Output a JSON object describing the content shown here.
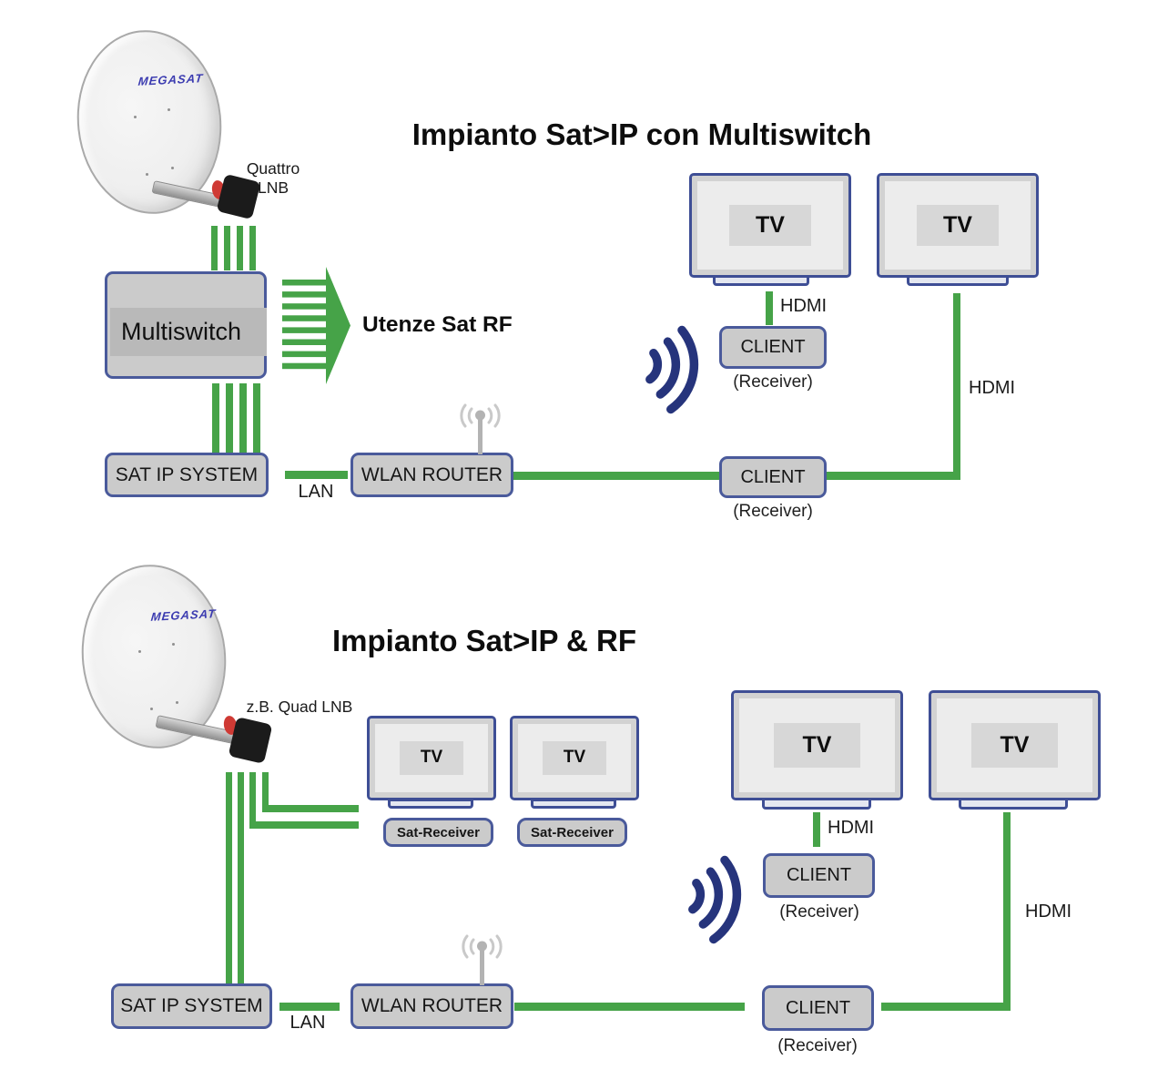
{
  "colors": {
    "cable_green": "#46a348",
    "box_border_blue": "#4a5a9b",
    "box_fill_gray": "#cbcbcb",
    "wifi_navy": "#26347c",
    "megasat_blue": "#3b3bb0",
    "lnb_red": "#cf3a34"
  },
  "d1": {
    "title": "Impianto Sat>IP con Multiswitch",
    "dish_logo": "MEGASAT",
    "lnb_label_line1": "Quattro",
    "lnb_label_line2": "LNB",
    "multiswitch_label": "Multiswitch",
    "arrow_label": "Utenze Sat RF",
    "satip_label": "SAT IP SYSTEM",
    "lan_label": "LAN",
    "router_label": "WLAN ROUTER",
    "tv_left_label": "TV",
    "tv_right_label": "TV",
    "hdmi_short_label": "HDMI",
    "hdmi_long_label": "HDMI",
    "client_top_label": "CLIENT",
    "client_top_sub": "(Receiver)",
    "client_mid_label": "CLIENT",
    "client_mid_sub": "(Receiver)"
  },
  "d2": {
    "title": "Impianto Sat>IP & RF",
    "dish_logo": "MEGASAT",
    "lnb_label": "z.B. Quad LNB",
    "satip_label": "SAT IP SYSTEM",
    "lan_label": "LAN",
    "router_label": "WLAN ROUTER",
    "tv_small_left_label": "TV",
    "tv_small_right_label": "TV",
    "sat_receiver_left_label": "Sat-Receiver",
    "sat_receiver_right_label": "Sat-Receiver",
    "tv_big_left_label": "TV",
    "tv_big_right_label": "TV",
    "hdmi_short_label": "HDMI",
    "hdmi_long_label": "HDMI",
    "client_top_label": "CLIENT",
    "client_top_sub": "(Receiver)",
    "client_bottom_label": "CLIENT",
    "client_bottom_sub": "(Receiver)"
  }
}
